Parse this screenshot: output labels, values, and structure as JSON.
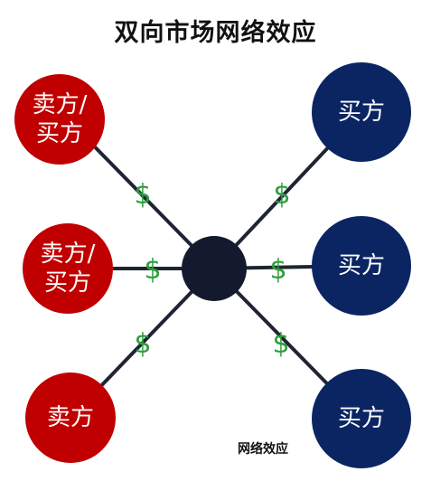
{
  "title": "双向市场网络效应",
  "footer_label": "网络效应",
  "colors": {
    "seller": "#c00000",
    "buyer": "#0b2563",
    "hub": "#141a2e",
    "line": "#1f2433",
    "dollar": "#2e9e3e"
  },
  "left_nodes": [
    {
      "label": "卖方/\n买方"
    },
    {
      "label": "卖方/\n买方"
    },
    {
      "label": "卖方"
    }
  ],
  "right_nodes": [
    {
      "label": "买方"
    },
    {
      "label": "买方"
    },
    {
      "label": "买方"
    }
  ],
  "dollar_symbol": "$"
}
